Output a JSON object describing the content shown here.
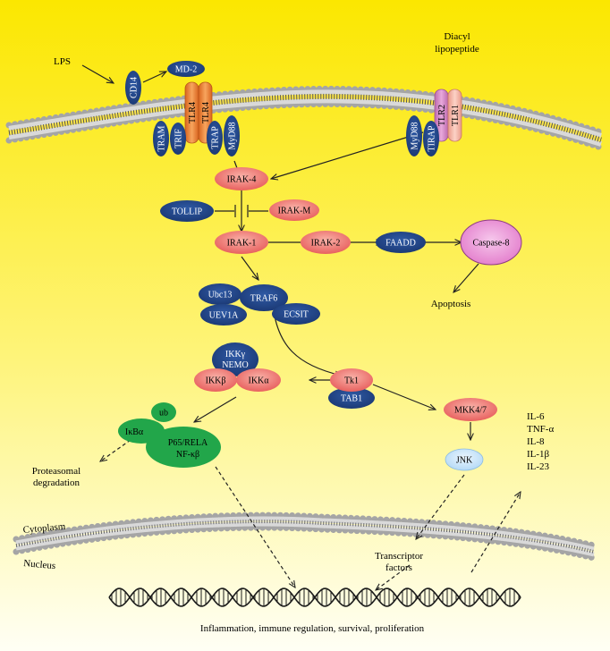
{
  "colors": {
    "background_top": "#FBE700",
    "background_bottom": "#FFFFF5",
    "blue_node": "#22468A",
    "pink_node": "#F07F7F",
    "green_node": "#22A64A",
    "caspase": "#EEA7DD",
    "jnk": "#CFE8FA",
    "tlr4": "#F08A3A",
    "tlr2": "#D689C7",
    "tlr1": "#F7B7A8"
  },
  "labels": {
    "lps": "LPS",
    "cd14": "CD14",
    "md2": "MD-2",
    "diacyl": "Diacyl",
    "lipopeptide": "lipopeptide",
    "tlr4": "TLR4",
    "tlr2": "TLR2",
    "tlr1": "TLR1",
    "tram": "TRAM",
    "trif": "TRIF",
    "trap": "TRAP",
    "myd88": "MyD88",
    "tirap": "TIRAP",
    "irak4": "IRAK-4",
    "tollip": "TOLLIP",
    "irakm": "IRAK-M",
    "irak1": "IRAK-1",
    "irak2": "IRAK-2",
    "faadd": "FAADD",
    "caspase8": "Caspase-8",
    "apoptosis": "Apoptosis",
    "ubc13": "Ubc13",
    "traf6": "TRAF6",
    "uev1a": "UEV1A",
    "ecsit": "ECSIT",
    "ikkg": "IKKγ",
    "nemo": "NEMO",
    "ikkb": "IKKβ",
    "ikka": "IKKα",
    "tk1": "Tk1",
    "tab1": "TAB1",
    "mkk47": "MKK4/7",
    "jnk": "JNK",
    "ub": "ub",
    "ikba": "IκBα",
    "p65": "P65/RELA",
    "nfkb": "NF-κβ",
    "proteasomal": "Proteasomal",
    "degradation": "degradation",
    "cytokines": [
      "IL-6",
      "TNF-α",
      "IL-8",
      "IL-1β",
      "IL-23"
    ],
    "cytoplasm": "Cytoplasm",
    "nucleus": "Nucleus",
    "transcriptor": "Transcriptor",
    "factors": "factors",
    "outcome": "Inflammation, immune regulation, survival, proliferation"
  }
}
